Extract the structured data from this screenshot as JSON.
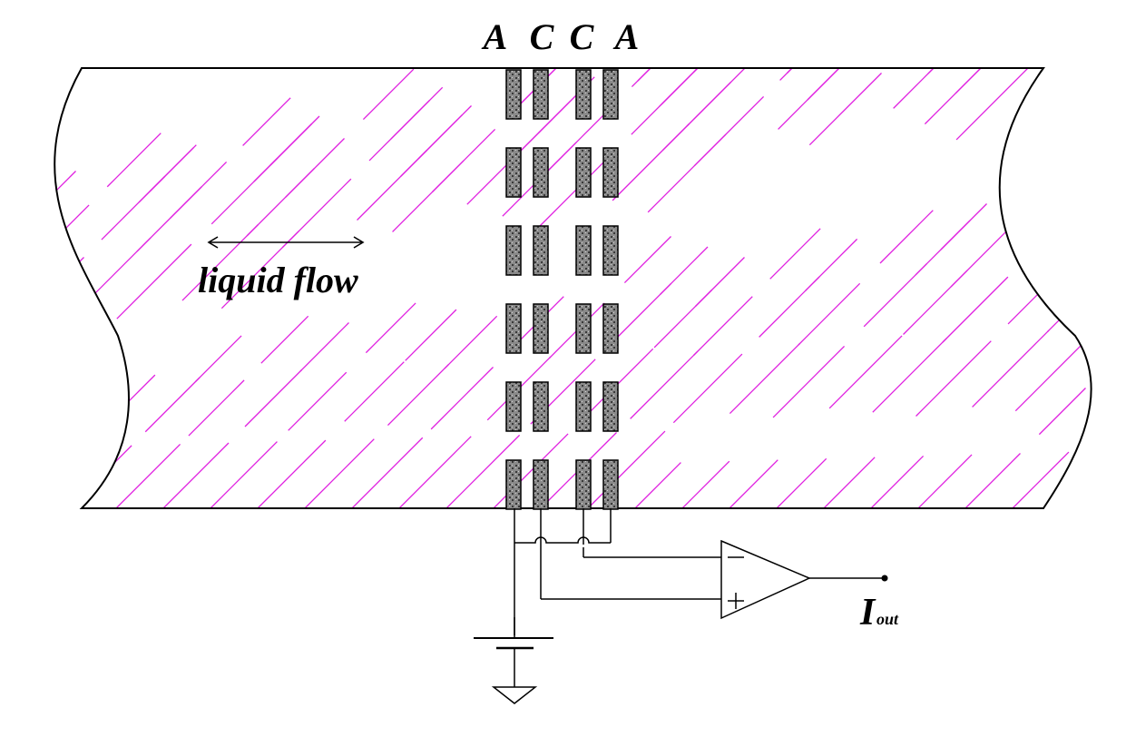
{
  "electrode_labels": [
    "A",
    "C",
    "C",
    "A"
  ],
  "flow_label": "liquid flow",
  "output_label": {
    "main": "I",
    "sub": "out"
  },
  "opamp": {
    "minus": "−",
    "plus": "+"
  },
  "colors": {
    "hatch": "#e020e0",
    "line": "#000000",
    "electrode": "#7a7a7a",
    "background": "#ffffff"
  },
  "electrode_rows": 6,
  "icons": [
    "double-arrow",
    "op-amp-triangle",
    "battery-symbol",
    "ground-symbol"
  ]
}
